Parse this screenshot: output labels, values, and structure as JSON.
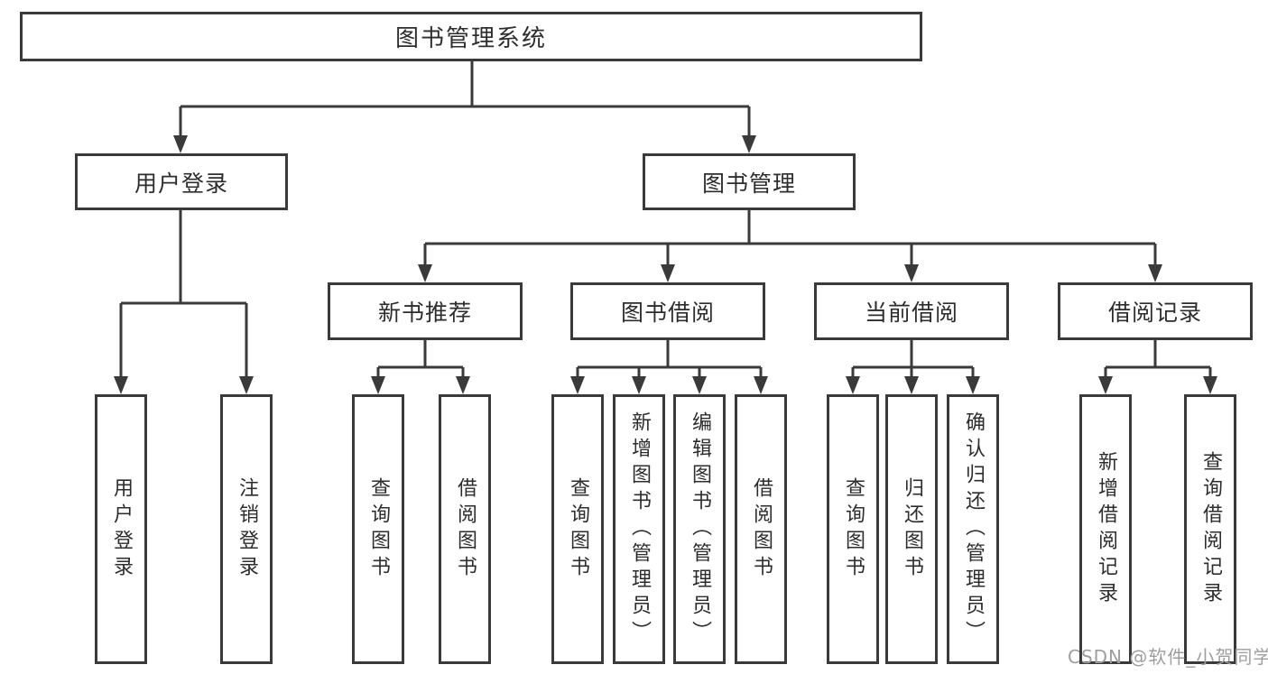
{
  "diagram": {
    "title": "图书管理系统",
    "colors": {
      "line": "#3a3a3a",
      "box_border": "#3a3a3a",
      "box_fill": "#ffffff",
      "text": "#2d2d2d",
      "watermark_text": "#9e9e9e",
      "background": "#ffffff"
    },
    "root": {
      "label": "图书管理系统"
    },
    "level2": [
      {
        "label": "用户登录"
      },
      {
        "label": "图书管理"
      }
    ],
    "level3": [
      {
        "label": "新书推荐",
        "parent": "图书管理"
      },
      {
        "label": "图书借阅",
        "parent": "图书管理"
      },
      {
        "label": "当前借阅",
        "parent": "图书管理"
      },
      {
        "label": "借阅记录",
        "parent": "图书管理"
      }
    ],
    "leaves": [
      {
        "label": "用户登录",
        "parent": "用户登录"
      },
      {
        "label": "注销登录",
        "parent": "用户登录"
      },
      {
        "label": "查询图书",
        "parent": "新书推荐"
      },
      {
        "label": "借阅图书",
        "parent": "新书推荐"
      },
      {
        "label": "查询图书",
        "parent": "图书借阅"
      },
      {
        "label": "新增图书（管理员）",
        "parent": "图书借阅"
      },
      {
        "label": "编辑图书（管理员）",
        "parent": "图书借阅"
      },
      {
        "label": "借阅图书",
        "parent": "图书借阅"
      },
      {
        "label": "查询图书",
        "parent": "当前借阅"
      },
      {
        "label": "归还图书",
        "parent": "当前借阅"
      },
      {
        "label": "确认归还（管理员）",
        "parent": "当前借阅"
      },
      {
        "label": "新增借阅记录",
        "parent": "借阅记录"
      },
      {
        "label": "查询借阅记录",
        "parent": "借阅记录"
      }
    ],
    "watermark": "CSDN @软件_小贺同学"
  }
}
